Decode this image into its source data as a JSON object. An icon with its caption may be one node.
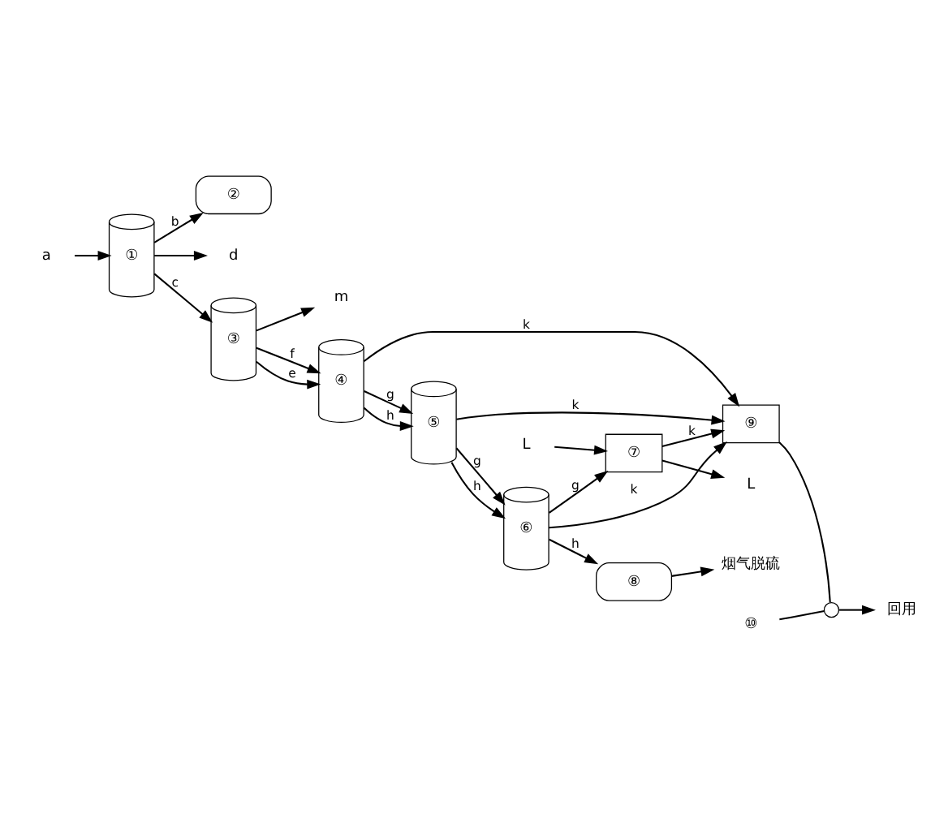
{
  "diagram": {
    "nodes": [
      {
        "text": [
          "a"
        ]
      },
      {
        "text": [
          "①"
        ]
      },
      {
        "text": [
          "②"
        ]
      },
      {
        "text": [
          "d"
        ]
      },
      {
        "text": [
          "③"
        ]
      },
      {
        "text": [
          "m"
        ]
      },
      {
        "text": [
          "④"
        ]
      },
      {
        "text": [
          "⑤"
        ]
      },
      {
        "text": [
          "⑥"
        ]
      },
      {
        "text": [
          "⑦"
        ]
      },
      {
        "text": [
          "L"
        ]
      },
      {
        "text": [
          "L"
        ]
      },
      {
        "text": [
          "⑧"
        ]
      },
      {
        "text": [
          "⑨"
        ]
      },
      {
        "text": [
          "烟气脱硫"
        ]
      },
      {
        "text": [
          "⑩"
        ]
      },
      {
        "text": [],
        "shape": "circle"
      },
      {
        "text": [
          "回用"
        ]
      }
    ],
    "edges": [
      {
        "from": 0,
        "to": 1,
        "arrow": "to"
      },
      {
        "from": 1,
        "to": 2,
        "arrow": "to",
        "label": "b"
      },
      {
        "from": 1,
        "to": 4,
        "arrow": "to",
        "label": "c"
      },
      {
        "from": 1,
        "to": 3,
        "arrow": "to"
      },
      {
        "from": 4,
        "to": 5,
        "arrow": "to"
      },
      {
        "from": 4,
        "to": 6,
        "arrow": "to",
        "label": "e"
      },
      {
        "from": 4,
        "to": 6,
        "arrow": "to",
        "label": "f"
      },
      {
        "from": 6,
        "to": 7,
        "arrow": "to",
        "label": "g"
      },
      {
        "from": 6,
        "to": 7,
        "arrow": "to",
        "label": "h"
      },
      {
        "from": 7,
        "to": 8,
        "arrow": "to",
        "label": "g"
      },
      {
        "from": 7,
        "to": 8,
        "arrow": "to",
        "label": "h"
      },
      {
        "from": 8,
        "to": 9,
        "arrow": "to",
        "label": "g"
      },
      {
        "from": 10,
        "to": 9,
        "arrow": "to"
      },
      {
        "from": 9,
        "to": 11,
        "arrow": "to"
      },
      {
        "from": 6,
        "to": 13,
        "arrow": "to",
        "label": "k"
      },
      {
        "from": 7,
        "to": 13,
        "arrow": "to",
        "label": "k"
      },
      {
        "from": 8,
        "to": 13,
        "arrow": "to",
        "label": "k"
      },
      {
        "from": 9,
        "to": 13,
        "arrow": "to",
        "label": "k"
      },
      {
        "from": 8,
        "to": 12,
        "arrow": "to",
        "label": "h"
      },
      {
        "from": 12,
        "to": 14,
        "arrow": "to"
      },
      {
        "from": 13,
        "to": 16,
        "arrow": "none"
      },
      {
        "from": 16,
        "to": 17,
        "arrow": "to"
      },
      {
        "from": 15,
        "to": 16,
        "arrow": "none"
      }
    ]
  }
}
